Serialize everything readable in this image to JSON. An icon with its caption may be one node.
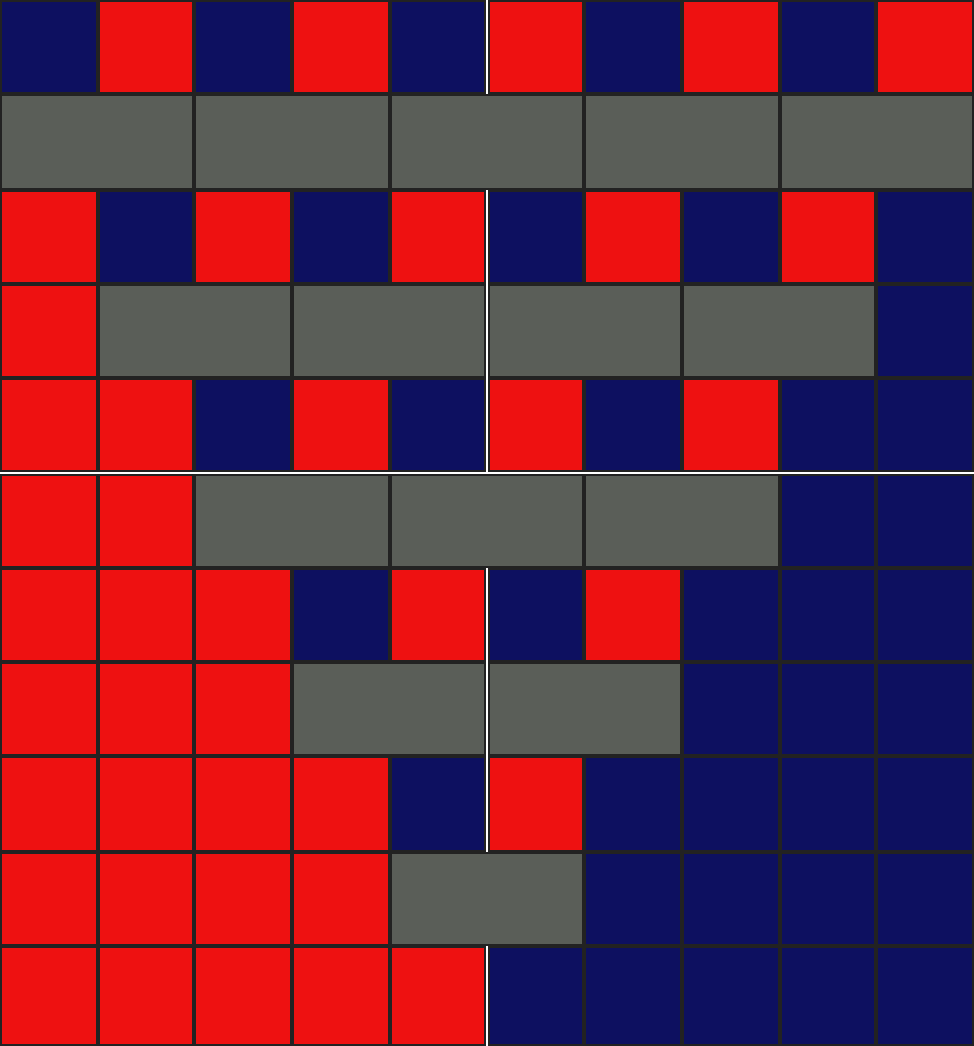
{
  "diagram": {
    "nodes": [
      {
        "text": [],
        "shape": "box"
      },
      {
        "text": [],
        "shape": "box"
      },
      {
        "text": [],
        "shape": "box"
      },
      {
        "text": [],
        "shape": "box"
      },
      {
        "text": [],
        "shape": "box"
      },
      {
        "text": [],
        "shape": "box"
      },
      {
        "text": [],
        "shape": "box"
      },
      {
        "text": [],
        "shape": "box"
      },
      {
        "text": [],
        "shape": "box"
      },
      {
        "text": [],
        "shape": "box"
      },
      {
        "text": [],
        "shape": "box"
      },
      {
        "text": [],
        "shape": "box"
      },
      {
        "text": [],
        "shape": "box"
      },
      {
        "text": [],
        "shape": "box"
      },
      {
        "text": [],
        "shape": "box"
      }
    ]
  }
}
